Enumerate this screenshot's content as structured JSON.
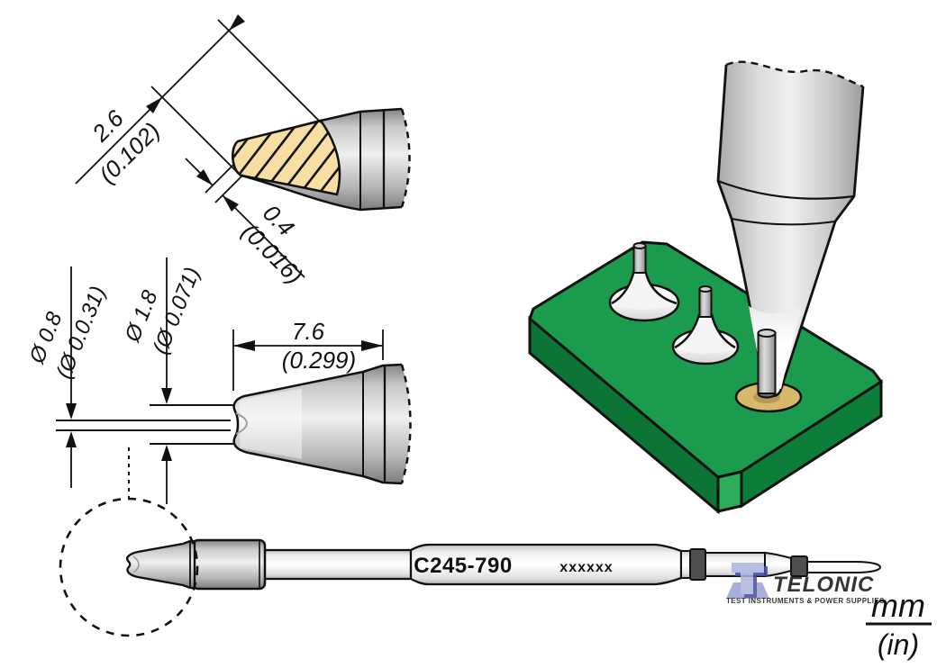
{
  "drawing": {
    "dimensions": {
      "tip_width": {
        "mm": "2.6",
        "inches": "(0.102)"
      },
      "edge_thickness": {
        "mm": "0.4",
        "inches": "(0.016)"
      },
      "inner_diameter": {
        "mm": "Ø 0.8",
        "inches": "(Ø 0.0.31)"
      },
      "outer_diameter": {
        "mm": "Ø 1.8",
        "inches": "(Ø 0.071)"
      },
      "tip_length": {
        "mm": "7.6",
        "inches": "(0.299)"
      }
    },
    "cartridge": {
      "model": "C245-790",
      "serial": "xxxxxx"
    },
    "units": {
      "top": "mm",
      "bottom": "(in)"
    }
  },
  "logo": {
    "name": "TELONIC",
    "tagline": "TEST INSTRUMENTS & POWER SUPPLIES"
  },
  "colors": {
    "line": "#111111",
    "hatch_fill": "#F7DFA3",
    "pcb_top": "#1B9B4D",
    "pcb_side": "#0C7434",
    "pcb_chamfer": "#2BAD5A",
    "pad_gold": "#D8B96B",
    "band_dark": "#4F4F4F",
    "logo_light_blue": "#AEB5E0",
    "logo_dark_blue": "#454D9F",
    "logo_text": "#A6AEDA"
  }
}
